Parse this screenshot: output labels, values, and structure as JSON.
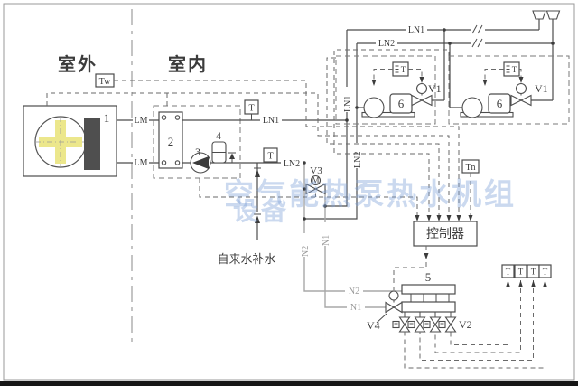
{
  "diagram": {
    "zones": {
      "outdoor": "室外",
      "indoor": "室内"
    },
    "components": {
      "outdoor_unit": "1",
      "heat_exchanger": "2",
      "pump": "3",
      "expansion_tank": "4",
      "manifold": "5",
      "fan_coil": "6"
    },
    "pipes": {
      "lm": "LM",
      "ln1": "LN1",
      "ln2": "LN2",
      "n1": "N1",
      "n2": "N2"
    },
    "sensors": {
      "tw": "Tw",
      "tn": "Tn",
      "t": "T"
    },
    "valves": {
      "v1": "V1",
      "v2": "V2",
      "v3": "V3",
      "v4": "V4",
      "motor": "M"
    },
    "controller_label": "控制器",
    "makeup_water_label": "自来水补水",
    "watermark": {
      "line1": "空气能热泵热水机组",
      "line2": "设备"
    }
  }
}
